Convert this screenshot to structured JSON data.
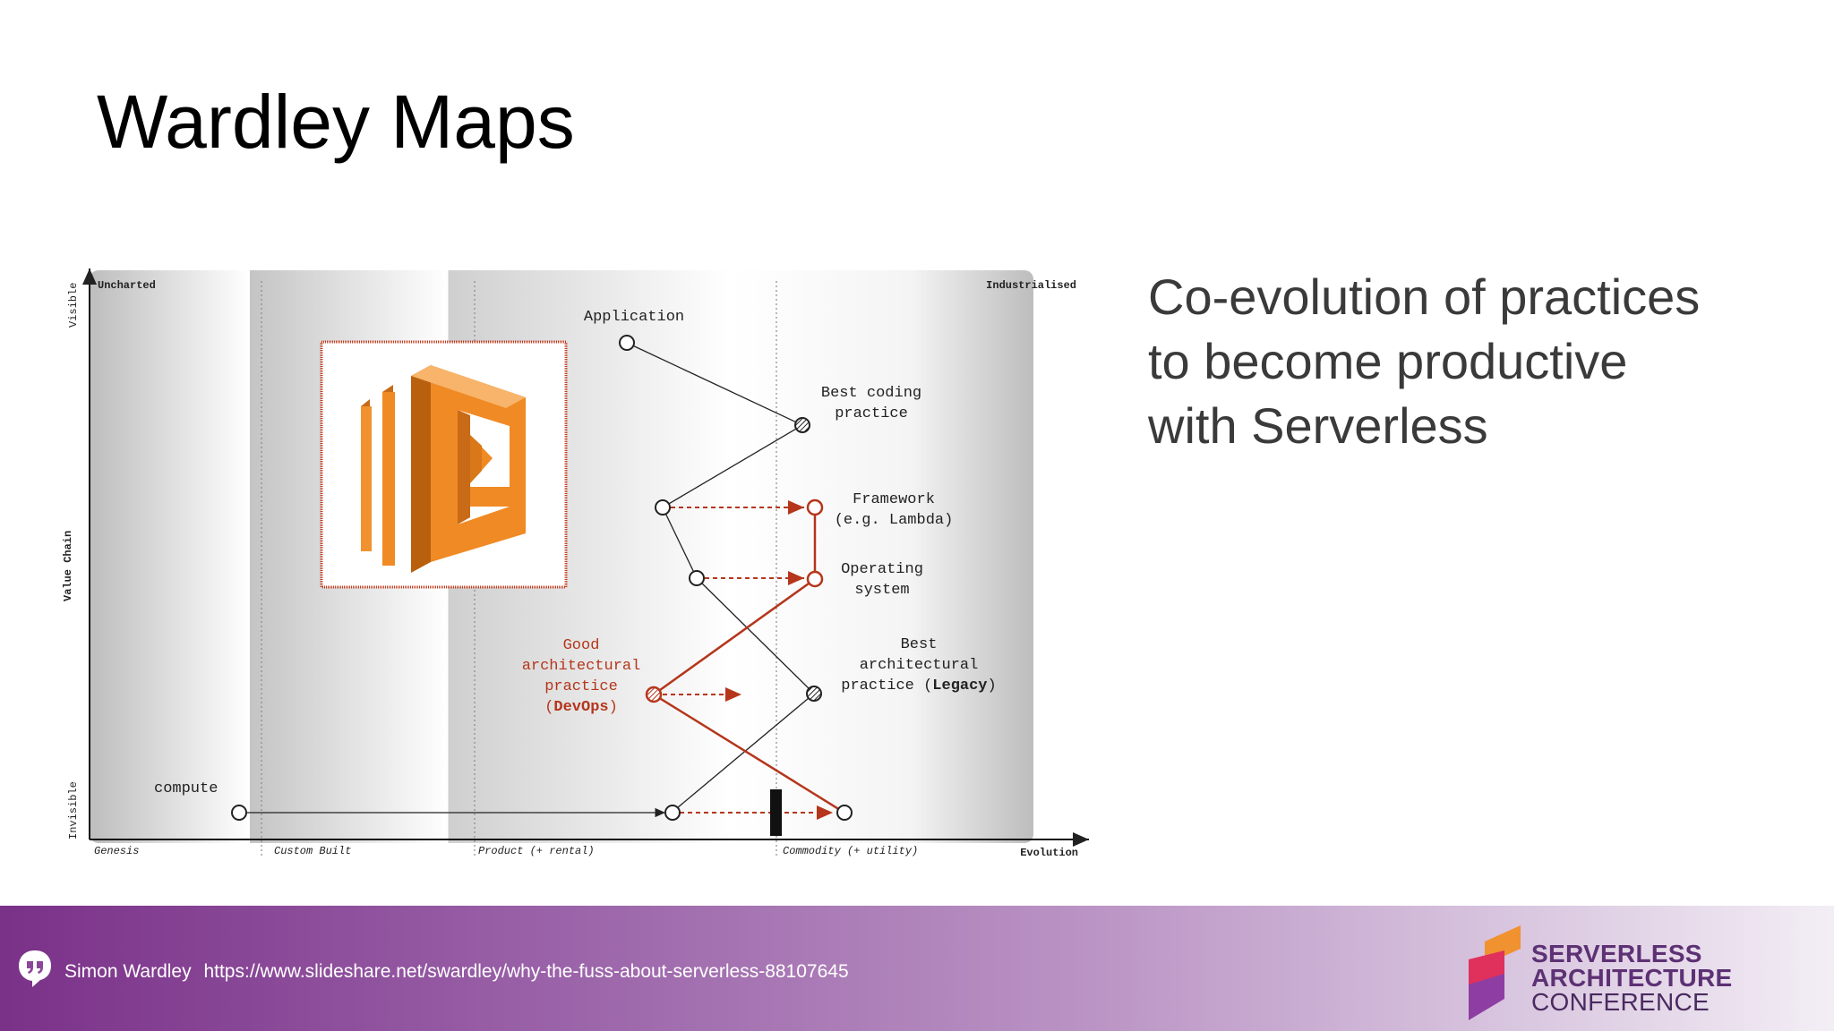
{
  "slide": {
    "title": "Wardley Maps",
    "subtitle_lines": [
      "Co-evolution of practices",
      "to become productive",
      "with Serverless"
    ]
  },
  "map": {
    "y_axis": {
      "top": "Visible",
      "middle": "Value Chain",
      "bottom": "Invisible"
    },
    "x_axis": {
      "stages": [
        "Genesis",
        "Custom Built",
        "Product (+ rental)",
        "Commodity (+ utility)"
      ],
      "label": "Evolution"
    },
    "corner_labels": {
      "left": "Uncharted",
      "right": "Industrialised"
    },
    "components": {
      "application": "Application",
      "best_coding_1": "Best coding",
      "best_coding_2": "practice",
      "framework_1": "Framework",
      "framework_2": "(e.g. Lambda)",
      "os_1": "Operating",
      "os_2": "system",
      "best_arch_1": "Best",
      "best_arch_2": "architectural",
      "best_arch_3a": "practice (",
      "best_arch_3b": "Legacy",
      "best_arch_3c": ")",
      "good_arch_1": "Good",
      "good_arch_2": "architectural",
      "good_arch_3": "practice",
      "good_arch_4a": "(",
      "good_arch_4b": "DevOps",
      "good_arch_4c": ")",
      "compute": "compute"
    },
    "colors": {
      "accent": "#b5361b",
      "lambda_orange": "#f08a24",
      "line": "#222222"
    }
  },
  "footer": {
    "author": "Simon Wardley",
    "url": "https://www.slideshare.net/swardley/why-the-fuss-about-serverless-88107645"
  },
  "logo": {
    "line1": "SERVERLESS",
    "line2": "ARCHITECTURE",
    "line3": "CONFERENCE"
  }
}
